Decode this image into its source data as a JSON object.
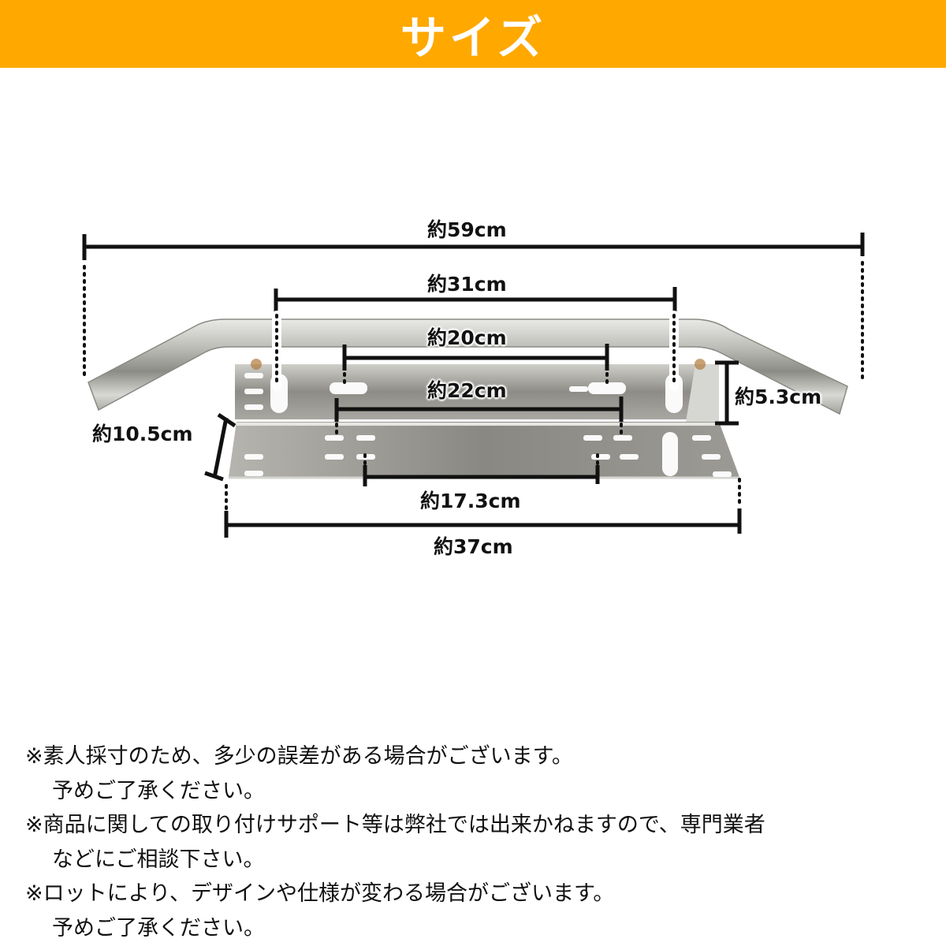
{
  "header": {
    "title": "サイズ",
    "background_color": "#FFA800",
    "text_color": "#FFFFFF"
  },
  "diagram": {
    "subject": "stainless-steel license plate bracket with light bar",
    "dimensions": {
      "overall_width": "約59cm",
      "tube_mount_span": "約31cm",
      "upper_slot_span": "約20cm",
      "middle_slot_span": "約22cm",
      "lower_slot_span": "約17.3cm",
      "plate_width": "約37cm",
      "plate_height": "約10.5cm",
      "upper_flange_height": "約5.3cm"
    }
  },
  "notes": [
    {
      "mark": "※",
      "line1": "素人採寸のため、多少の誤差がある場合がございます。",
      "line2": "予めご了承ください。"
    },
    {
      "mark": "※",
      "line1": "商品に関しての取り付けサポート等は弊社では出来かねますので、専門業者",
      "line2": "などにご相談下さい。"
    },
    {
      "mark": "※",
      "line1": "ロットにより、デザインや仕様が変わる場合がございます。",
      "line2": "予めご了承ください。"
    }
  ]
}
